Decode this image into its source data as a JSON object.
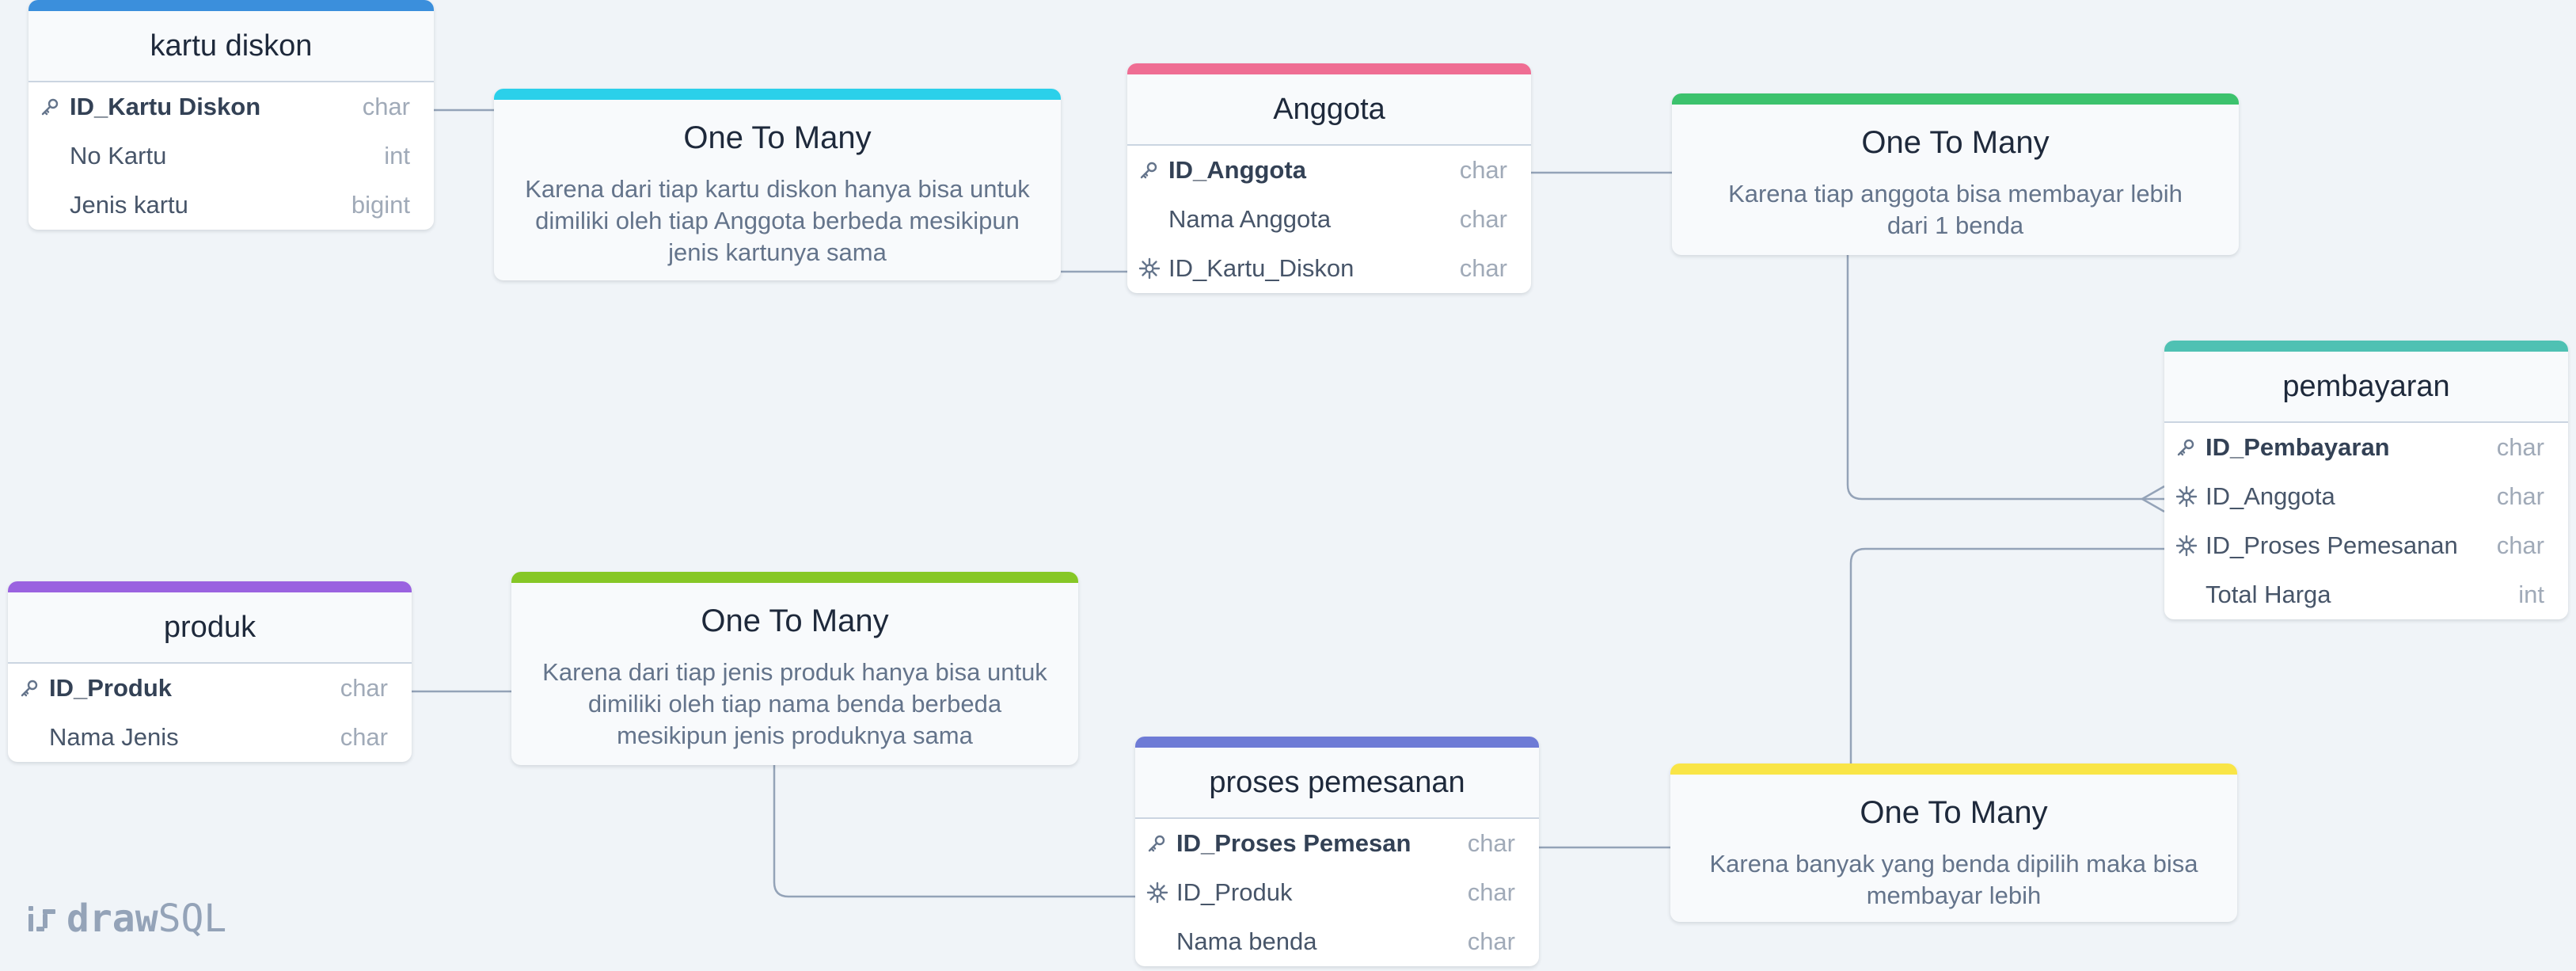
{
  "app": {
    "brand_bold": "draw",
    "brand_light": "SQL"
  },
  "tables": {
    "kartu_diskon": {
      "name": "kartu diskon",
      "color": "#3b8fdc",
      "fields": [
        {
          "name": "ID_Kartu Diskon",
          "type": "char",
          "icon": "key-icon",
          "pk": true
        },
        {
          "name": "No Kartu",
          "type": "int",
          "icon": "",
          "pk": false
        },
        {
          "name": "Jenis kartu",
          "type": "bigint",
          "icon": "",
          "pk": false
        }
      ]
    },
    "anggota": {
      "name": "Anggota",
      "color": "#ef6d93",
      "fields": [
        {
          "name": "ID_Anggota",
          "type": "char",
          "icon": "key-icon",
          "pk": true
        },
        {
          "name": "Nama Anggota",
          "type": "char",
          "icon": "",
          "pk": false
        },
        {
          "name": "ID_Kartu_Diskon",
          "type": "char",
          "icon": "foreign-key-icon",
          "pk": false
        }
      ]
    },
    "pembayaran": {
      "name": "pembayaran",
      "color": "#4fc1b3",
      "fields": [
        {
          "name": "ID_Pembayaran",
          "type": "char",
          "icon": "key-icon",
          "pk": true
        },
        {
          "name": "ID_Anggota",
          "type": "char",
          "icon": "foreign-key-icon",
          "pk": false
        },
        {
          "name": "ID_Proses Pemesanan",
          "type": "char",
          "icon": "foreign-key-icon",
          "pk": false
        },
        {
          "name": "Total Harga",
          "type": "int",
          "icon": "",
          "pk": false
        }
      ]
    },
    "produk": {
      "name": "produk",
      "color": "#9a62e0",
      "fields": [
        {
          "name": "ID_Produk",
          "type": "char",
          "icon": "key-icon",
          "pk": true
        },
        {
          "name": "Nama Jenis",
          "type": "char",
          "icon": "",
          "pk": false
        }
      ]
    },
    "proses_pemesanan": {
      "name": "proses pemesanan",
      "color": "#6e7bd6",
      "fields": [
        {
          "name": "ID_Proses Pemesan",
          "type": "char",
          "icon": "key-icon",
          "pk": true
        },
        {
          "name": "ID_Produk",
          "type": "char",
          "icon": "foreign-key-icon",
          "pk": false
        },
        {
          "name": "Nama benda",
          "type": "char",
          "icon": "",
          "pk": false
        }
      ]
    }
  },
  "notes": {
    "note1": {
      "title": "One To Many",
      "text": "Karena dari tiap kartu diskon hanya bisa untuk dimiliki oleh tiap Anggota berbeda mesikipun jenis kartunya sama",
      "color": "#2bd0ea"
    },
    "note2": {
      "title": "One To Many",
      "text": "Karena tiap anggota bisa membayar lebih dari 1 benda",
      "color": "#3cc26d"
    },
    "note3": {
      "title": "One To Many",
      "text": "Karena dari tiap jenis produk hanya bisa untuk dimiliki oleh tiap nama benda berbeda mesikipun jenis produknya sama",
      "color": "#86c726"
    },
    "note4": {
      "title": "One To Many",
      "text": "Karena banyak yang benda dipilih maka bisa membayar lebih",
      "color": "#f9e547"
    }
  },
  "colors": {
    "connector": "#94a3b8",
    "canvas": "#f0f4f8"
  }
}
